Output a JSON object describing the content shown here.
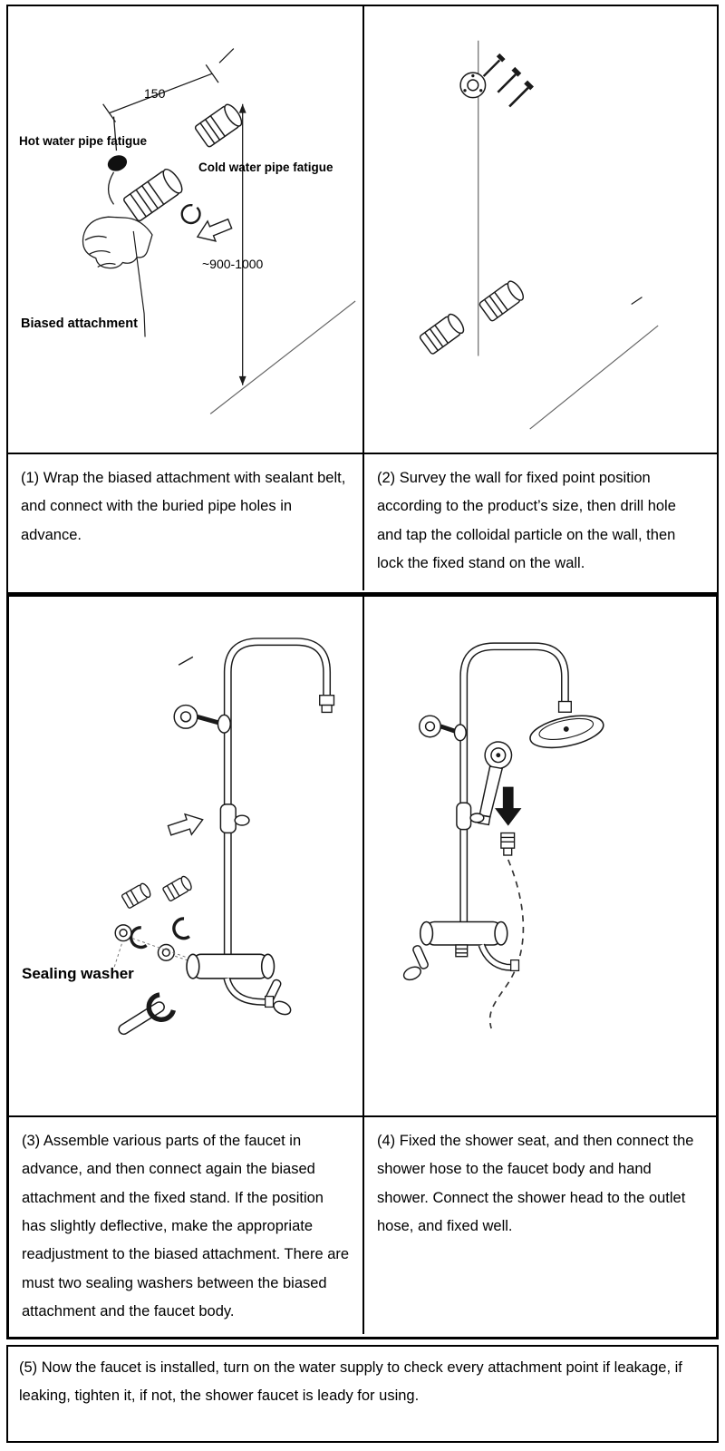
{
  "panel1": {
    "caption": "(1) Wrap the biased attachment with sealant belt, and connect with the buried pipe holes in advance.",
    "labels": {
      "dim150": "150",
      "hot": "Hot water pipe fatigue",
      "cold": "Cold water pipe fatigue",
      "height": "~900-1000",
      "biased": "Biased attachment"
    }
  },
  "panel2": {
    "caption": "(2) Survey the wall for fixed point position according to the product’s size, then drill hole and tap the colloidal particle on the wall, then lock the fixed stand on the wall."
  },
  "panel3": {
    "caption": "(3) Assemble various parts of the faucet in advance, and then connect again the biased attachment and the fixed stand. If the position has slightly deflective, make the appropriate readjustment to the biased attachment. There are must two sealing washers between the biased attachment and the faucet body.",
    "labels": {
      "sealing": "Sealing washer"
    }
  },
  "panel4": {
    "caption": "(4) Fixed the shower seat, and then connect the shower hose to the faucet body and hand shower. Connect the shower head to the outlet hose, and fixed well."
  },
  "footer": {
    "text": "(5) Now the faucet is installed, turn on the water supply to check every attachment point if leakage, if leaking, tighten it, if not, the shower faucet is leady for using."
  }
}
